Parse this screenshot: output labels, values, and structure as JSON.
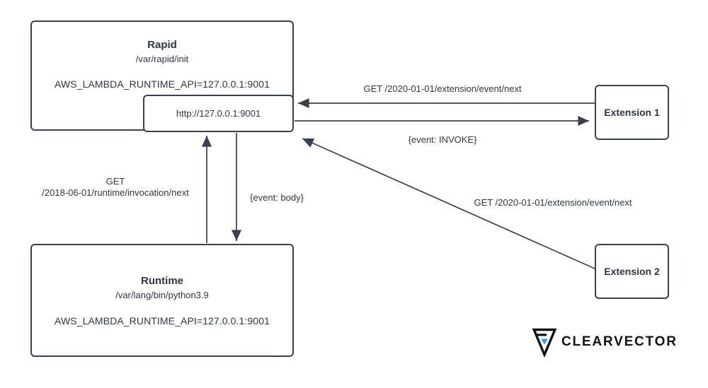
{
  "diagram": {
    "nodes": {
      "rapid": {
        "title": "Rapid",
        "subtitle": "/var/rapid/init",
        "env": "AWS_LAMBDA_RUNTIME_API=127.0.0.1:9001"
      },
      "endpoint": {
        "label": "http://127.0.0.1:9001"
      },
      "runtime": {
        "title": "Runtime",
        "subtitle": "/var/lang/bin/python3.9",
        "env": "AWS_LAMBDA_RUNTIME_API=127.0.0.1:9001"
      },
      "extension1": {
        "title": "Extension 1"
      },
      "extension2": {
        "title": "Extension 2"
      }
    },
    "edges": {
      "ext1_get": {
        "label": "GET /2020-01-01/extension/event/next"
      },
      "ext1_invoke": {
        "label": "{event: INVOKE}"
      },
      "runtime_get": {
        "lines": [
          "GET",
          "/2018-06-01/runtime/invocation/next"
        ]
      },
      "runtime_body": {
        "label": "{event: body}"
      },
      "ext2_get": {
        "label": "GET /2020-01-01/extension/event/next"
      }
    },
    "colors": {
      "stroke": "#39404f",
      "text": "#2f3542",
      "logo_black": "#101214",
      "logo_blue": "#2e9bff"
    }
  },
  "logo": {
    "brand": "CLEARVECTOR"
  }
}
